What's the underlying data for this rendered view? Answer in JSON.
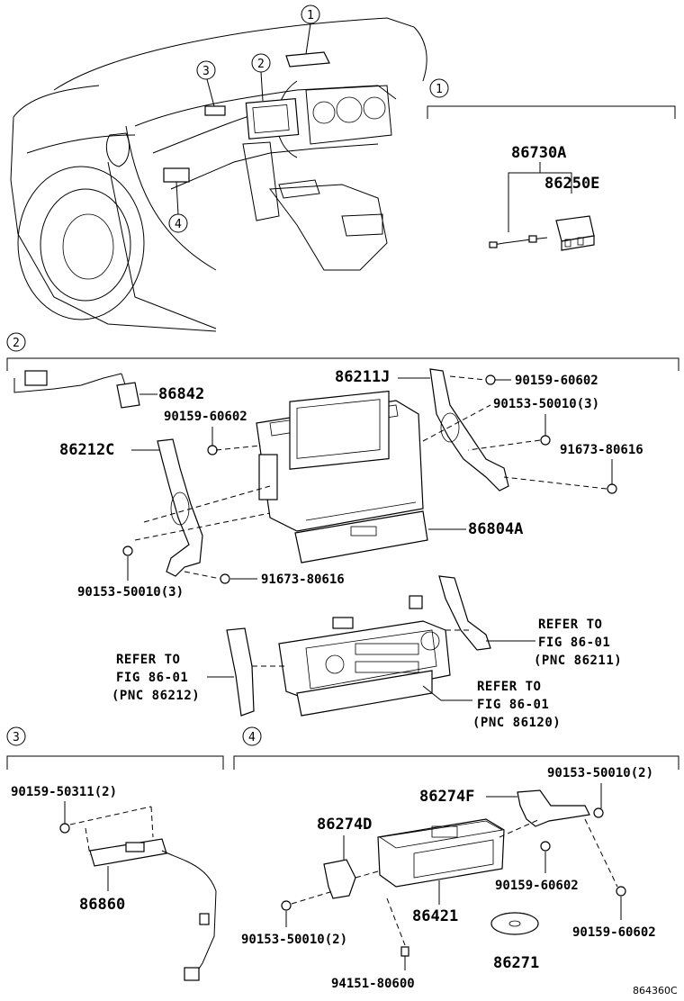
{
  "callouts": [
    "1",
    "2",
    "3",
    "4"
  ],
  "section1": {
    "parts": [
      "86730A",
      "86250E"
    ]
  },
  "section2": {
    "parts": [
      "86211J",
      "90159-60602",
      "90153-50010(3)",
      "91673-80616",
      "86842",
      "90159-60602",
      "86212C",
      "86804A",
      "90153-50010(3)",
      "91673-80616"
    ],
    "refs": [
      {
        "line1": "REFER TO",
        "line2": "FIG 86-01",
        "line3": "(PNC 86211)"
      },
      {
        "line1": "REFER TO",
        "line2": "FIG 86-01",
        "line3": "(PNC 86212)"
      },
      {
        "line1": "REFER TO",
        "line2": "FIG 86-01",
        "line3": "(PNC 86120)"
      }
    ]
  },
  "section3": {
    "parts": [
      "90159-50311(2)",
      "86860"
    ]
  },
  "section4": {
    "parts": [
      "90153-50010(2)",
      "86274F",
      "86274D",
      "86421",
      "90159-60602",
      "90159-60602",
      "86271",
      "90153-50010(2)",
      "94151-80600"
    ]
  },
  "figure_code": "864360C"
}
